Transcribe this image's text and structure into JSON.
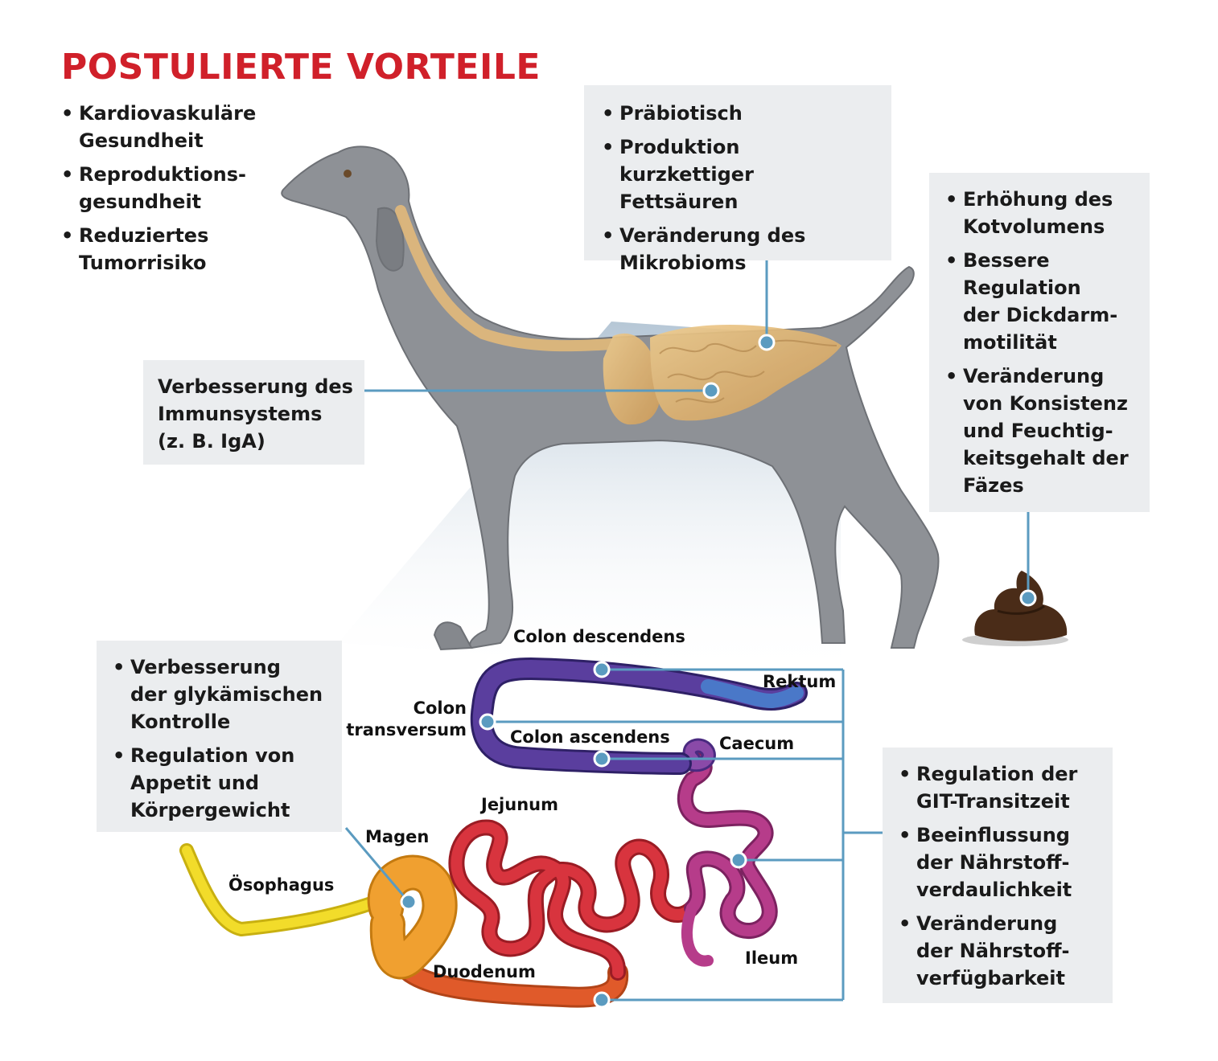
{
  "title": "POSTULIERTE VORTEILE",
  "left_top_benefits": [
    "Kardiovaskuläre\nGesundheit",
    "Reproduktions-\ngesundheit",
    "Reduziertes\nTumorrisiko"
  ],
  "colon_benefits": [
    "Präbiotisch",
    "Produktion kurzkettiger\nFettsäuren",
    "Veränderung des\nMikrobioms"
  ],
  "feces_benefits": [
    "Erhöhung des\nKotvolumens",
    "Bessere\nRegulation\nder Dickdarm-\nmotilität",
    "Veränderung\nvon Konsistenz\nund Feuchtig-\nkeitsgehalt der\nFäzes"
  ],
  "immune_benefit": "Verbesserung des\nImmunsystems\n(z. B. IgA)",
  "stomach_benefits": [
    "Verbesserung\nder glykämischen\nKontrolle",
    "Regulation von\nAppetit und\nKörpergewicht"
  ],
  "transit_benefits": [
    "Regulation der\nGIT-Transitzeit",
    "Beeinflussung\nder Nährstoff-\nverdaulichkeit",
    "Veränderung\nder Nährstoff-\nverfügbarkeit"
  ],
  "gi_labels": {
    "colon_descendens": "Colon descendens",
    "rektum": "Rektum",
    "colon_transversum": "Colon\ntransversum",
    "colon_ascendens": "Colon ascendens",
    "caecum": "Caecum",
    "jejunum": "Jejunum",
    "magen": "Magen",
    "oesophagus": "Ösophagus",
    "duodenum": "Duodenum",
    "ileum": "Ileum"
  },
  "colors": {
    "title": "#d0202a",
    "box": "#ebedef",
    "connector": "#5b9bc0",
    "dog": "#8e9196",
    "gut": "#e2b97a",
    "oesophagus": "#f2dc2a",
    "stomach": "#f0a030",
    "duodenum": "#e05a2a",
    "jejunum": "#d8343e",
    "ileum": "#b63c8a",
    "colon": "#5a3e9e",
    "rectum": "#4a78c8",
    "feces": "#4a2c18"
  }
}
